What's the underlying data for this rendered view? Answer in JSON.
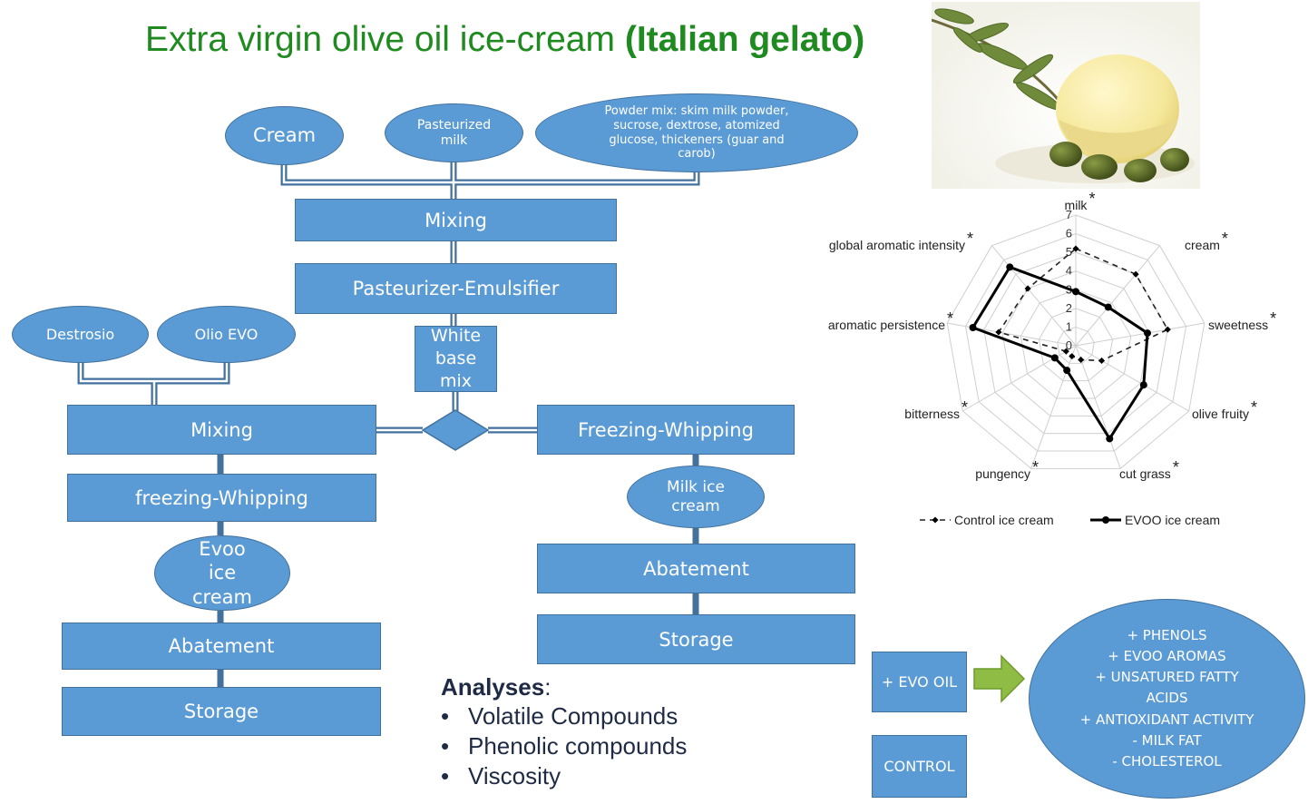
{
  "title": {
    "main": "Extra virgin olive oil ice-cream ",
    "bold": "(Italian gelato)"
  },
  "inputs_top": {
    "cream": "Cream",
    "pasteurized_milk": "Pasteurized milk",
    "powder_mix": "Powder mix: skim milk powder, sucrose, dextrose, atomized glucose, thickeners (guar and carob)"
  },
  "top_flow": {
    "mixing": "Mixing",
    "pasteurizer": "Pasteurizer-Emulsifier",
    "white_base": "White base mix"
  },
  "left_flow": {
    "destrosio": "Destrosio",
    "olio_evo": "Olio EVO",
    "mixing": "Mixing",
    "freezing": "freezing-Whipping",
    "product": "Evoo ice cream",
    "abatement": "Abatement",
    "storage": "Storage"
  },
  "right_flow": {
    "freezing": "Freezing-Whipping",
    "product": "Milk ice cream",
    "abatement": "Abatement",
    "storage": "Storage"
  },
  "analyses": {
    "heading": "Analyses",
    "colon": ":",
    "items": [
      "Volatile Compounds",
      "Phenolic compounds",
      "Viscosity"
    ]
  },
  "comparison": {
    "evo_label": "+ EVO OIL",
    "control_label": "CONTROL",
    "effects": [
      "+ PHENOLS",
      "+ EVOO AROMAS",
      "+ UNSATURED FATTY",
      "ACIDS",
      "+ ANTIOXIDANT ACTIVITY",
      "- MILK FAT",
      "- CHOLESTEROL"
    ]
  },
  "photo": {
    "icon": "olive-ice-cream-photo"
  },
  "chart_data": {
    "type": "radar",
    "title": "",
    "axes": [
      "milk",
      "cream",
      "sweetness",
      "olive fruity",
      "cut grass",
      "pungency",
      "bitterness",
      "aromatic persistence",
      "global aromatic intensity"
    ],
    "significance": [
      "*",
      "*",
      "*",
      "*",
      "*",
      "*",
      "*",
      "*",
      "*"
    ],
    "scale_ticks": [
      "0",
      "1",
      "2",
      "3",
      "4",
      "5",
      "6",
      "7"
    ],
    "rlim": [
      0,
      7
    ],
    "grid": true,
    "legend_position": "bottom",
    "series": [
      {
        "name": "Control ice cream",
        "style": "dashed",
        "values": [
          5.2,
          5.0,
          5.0,
          1.6,
          0.8,
          0.6,
          0.6,
          4.2,
          4.0
        ]
      },
      {
        "name": "EVOO ice cream",
        "style": "solid",
        "values": [
          2.9,
          2.7,
          3.9,
          4.2,
          5.3,
          1.4,
          1.3,
          5.6,
          5.5
        ]
      }
    ],
    "colors": {
      "control": "#222222",
      "evoo": "#000000",
      "grid": "#cfcfcf"
    }
  },
  "colors": {
    "box_fill": "#5b9bd5",
    "box_border": "#41719c",
    "title": "#1f8a1f",
    "arrow": "#8fbc45"
  }
}
